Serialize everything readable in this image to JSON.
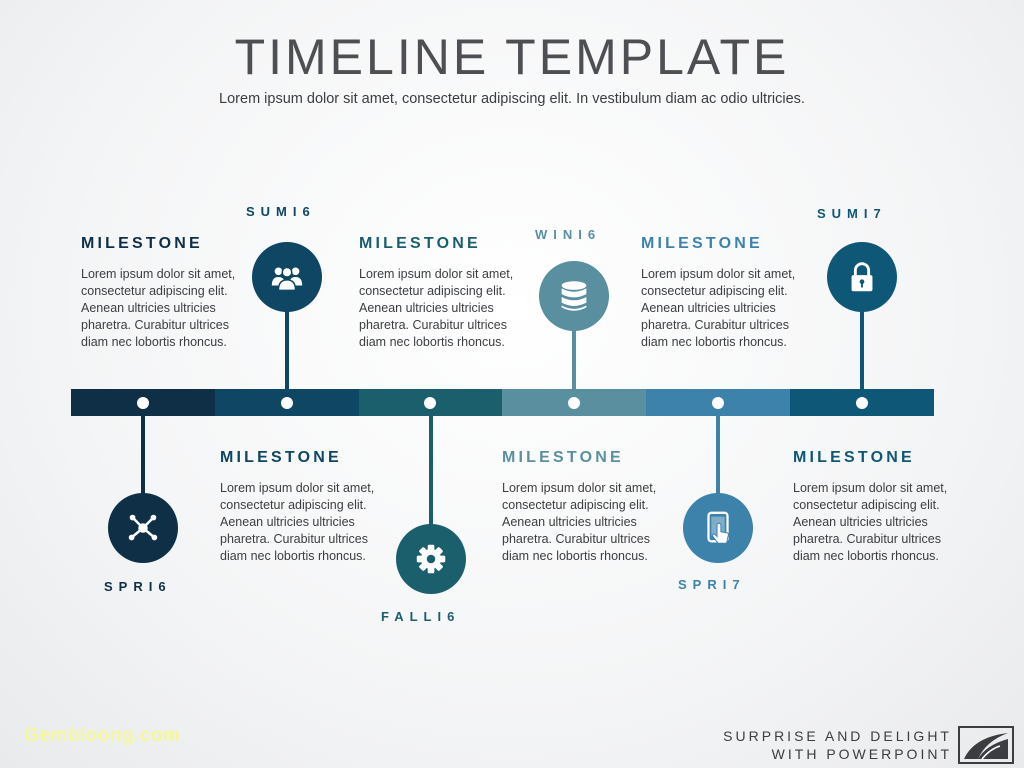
{
  "header": {
    "title": "TIMELINE TEMPLATE",
    "subtitle": "Lorem ipsum dolor sit amet, consectetur adipiscing elit. In vestibulum diam ac odio ultricies."
  },
  "colors": {
    "seg1": "#0f2f46",
    "seg2": "#0e4664",
    "seg3": "#1b5f6d",
    "seg4": "#5a8fa0",
    "seg5": "#3d82ab",
    "seg6": "#0f5776",
    "text": "#3b3d40"
  },
  "milestones": [
    {
      "season": "SPRI6",
      "heading": "MILESTONE",
      "icon": "network-icon",
      "color": "#0f2f46",
      "text": "Lorem ipsum dolor sit amet, consectetur adipiscing elit. Aenean ultricies ultricies pharetra. Curabitur ultrices diam nec lobortis rhoncus."
    },
    {
      "season": "SUMI6",
      "heading": "MILESTONE",
      "icon": "people-group-icon",
      "color": "#0e4664",
      "text": "Lorem ipsum dolor sit amet, consectetur adipiscing elit. Aenean ultricies ultricies pharetra. Curabitur ultrices diam nec lobortis rhoncus."
    },
    {
      "season": "FALLI6",
      "heading": "MILESTONE",
      "icon": "gear-icon",
      "color": "#1b5f6d",
      "text": "Lorem ipsum dolor sit amet, consectetur adipiscing elit. Aenean ultricies ultricies pharetra. Curabitur ultrices diam nec lobortis rhoncus."
    },
    {
      "season": "WINI6",
      "heading": "MILESTONE",
      "icon": "database-icon",
      "color": "#5a8fa0",
      "text": "Lorem ipsum dolor sit amet, consectetur adipiscing elit. Aenean ultricies ultricies pharetra. Curabitur ultrices diam nec lobortis rhoncus."
    },
    {
      "season": "SPRI7",
      "heading": "MILESTONE",
      "icon": "tablet-touch-icon",
      "color": "#3d82ab",
      "text": "Lorem ipsum dolor sit amet, consectetur adipiscing elit. Aenean ultricies ultricies pharetra. Curabitur ultrices diam nec lobortis rhoncus."
    },
    {
      "season": "SUMI7",
      "heading": "MILESTONE",
      "icon": "padlock-icon",
      "color": "#0f5776",
      "text": "Lorem ipsum dolor sit amet, consectetur adipiscing elit. Aenean ultricies ultricies pharetra. Curabitur ultrices diam nec lobortis rhoncus."
    }
  ],
  "footer": {
    "watermark": "Gembloong.com",
    "brand_line1": "SURPRISE AND DELIGHT",
    "brand_line2": "WITH POWERPOINT"
  }
}
